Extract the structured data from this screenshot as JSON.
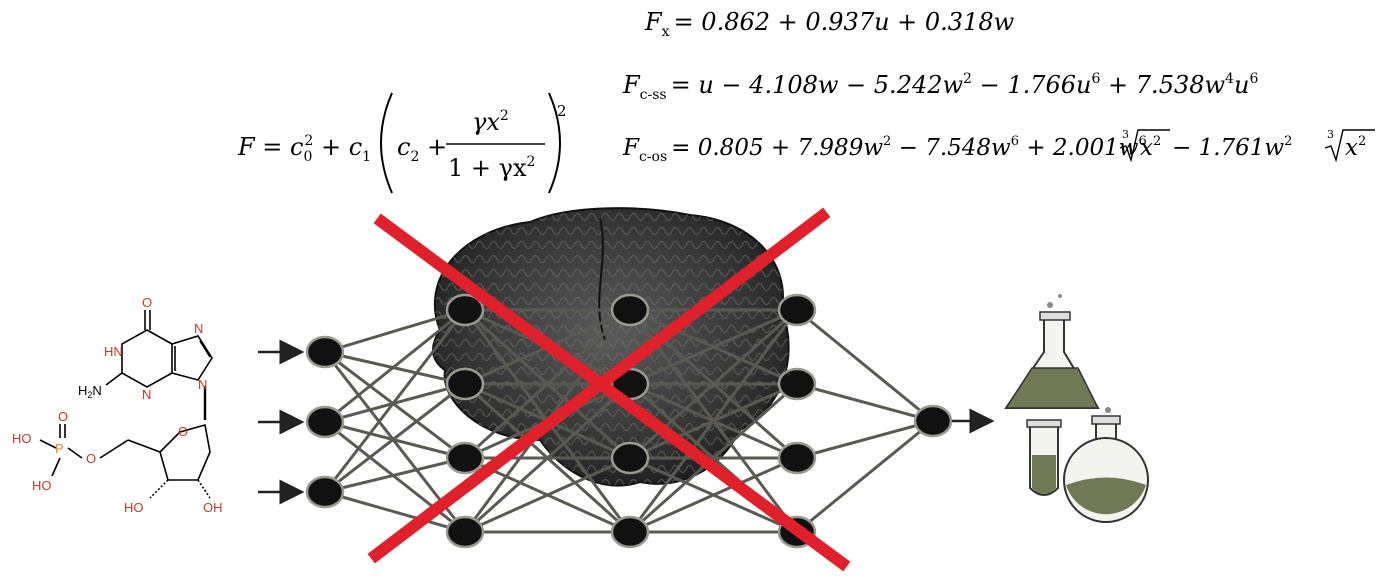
{
  "equations": {
    "general": {
      "F": "F",
      "eq": " = ",
      "c0": "c",
      "c0_sub": "0",
      "c0_sup": "2",
      "plus1": " + ",
      "c1": "c",
      "c1_sub": "1",
      "c2": "c",
      "c2_sub": "2",
      "plus2": " + ",
      "num": "γx",
      "num_sup": "2",
      "den_pre": "1 + γx",
      "den_sup": "2",
      "outer_sup": "2"
    },
    "fx": {
      "lhs": "F",
      "lhs_sub": "x",
      "rhs": "= 0.862 + 0.937u + 0.318w"
    },
    "fcss": {
      "lhs": "F",
      "lhs_sub": "c-ss",
      "t1": "= u − 4.108w − 5.242w",
      "t1_sup": "2",
      "t2": " − 1.766u",
      "t2_sup": "6",
      "t3": " + 7.538w",
      "t3_sup": "4",
      "t4": "u",
      "t4_sup": "6"
    },
    "fcos": {
      "lhs": "F",
      "lhs_sub": "c-os",
      "t1": "= 0.805 + 7.989w",
      "t1_sup": "2",
      "t2": " − 7.548w",
      "t2_sup": "6",
      "t3": " + 2.001w",
      "t3_sup": "6",
      "root1_index": "3",
      "root1_body": "x",
      "root1_sup": "2",
      "t4": " − 1.761w",
      "t4_sup": "2",
      "root2_index": "3",
      "root2_body": "x",
      "root2_sup": "2"
    }
  },
  "molecule": {
    "atoms": {
      "o_top": "O",
      "hn": "HN",
      "n_ring5_top": "N",
      "h2n": "H",
      "h2n_sub": "2",
      "h2n_tail": "N",
      "n_left": "N",
      "n_right": "N",
      "o_phos": "O",
      "ho_phos_left": "HO",
      "p": "P",
      "o_link": "O",
      "ho_phos_bottom": "HO",
      "o_ring": "O",
      "oh_left": "HO",
      "oh_right": "OH"
    }
  },
  "colors": {
    "cross": "#e0202a",
    "node": "#111111",
    "edge": "#5a5a52",
    "brain": "#2e2e2e",
    "flask_fill": "#6f7a55",
    "heteroatom": "#c0392b"
  },
  "network": {
    "layers": [
      3,
      4,
      4,
      4,
      1
    ]
  }
}
